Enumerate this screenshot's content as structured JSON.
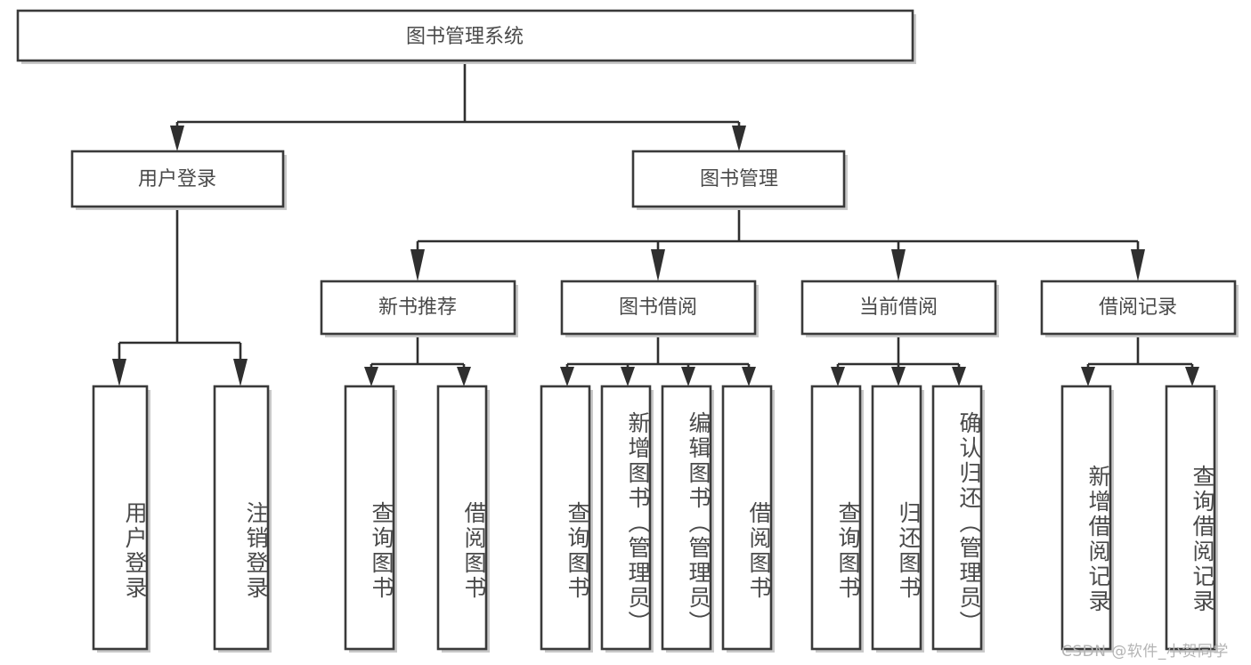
{
  "diagram": {
    "type": "tree",
    "title": "图书管理系统",
    "root": {
      "id": "root",
      "label": "图书管理系统",
      "orientation": "horizontal"
    },
    "level2": [
      {
        "id": "user-login",
        "label": "用户登录",
        "orientation": "horizontal"
      },
      {
        "id": "book-manage",
        "label": "图书管理",
        "orientation": "horizontal"
      }
    ],
    "level3": [
      {
        "id": "new-book-rec",
        "label": "新书推荐",
        "orientation": "horizontal",
        "parent": "book-manage"
      },
      {
        "id": "book-borrow",
        "label": "图书借阅",
        "orientation": "horizontal",
        "parent": "book-manage"
      },
      {
        "id": "current-borrow",
        "label": "当前借阅",
        "orientation": "horizontal",
        "parent": "book-manage"
      },
      {
        "id": "borrow-record",
        "label": "借阅记录",
        "orientation": "horizontal",
        "parent": "book-manage"
      }
    ],
    "leaves": [
      {
        "id": "leaf-user-login",
        "label": "用户登录",
        "orientation": "vertical",
        "parent": "user-login"
      },
      {
        "id": "leaf-logout",
        "label": "注销登录",
        "orientation": "vertical",
        "parent": "user-login"
      },
      {
        "id": "leaf-query-book-1",
        "label": "查询图书",
        "orientation": "vertical",
        "parent": "new-book-rec"
      },
      {
        "id": "leaf-borrow-book-1",
        "label": "借阅图书",
        "orientation": "vertical",
        "parent": "new-book-rec"
      },
      {
        "id": "leaf-query-book-2",
        "label": "查询图书",
        "orientation": "vertical",
        "parent": "book-borrow"
      },
      {
        "id": "leaf-add-book",
        "label": "新增图书（管理员）",
        "orientation": "vertical",
        "parent": "book-borrow"
      },
      {
        "id": "leaf-edit-book",
        "label": "编辑图书（管理员）",
        "orientation": "vertical",
        "parent": "book-borrow"
      },
      {
        "id": "leaf-borrow-book-2",
        "label": "借阅图书",
        "orientation": "vertical",
        "parent": "book-borrow"
      },
      {
        "id": "leaf-query-book-3",
        "label": "查询图书",
        "orientation": "vertical",
        "parent": "current-borrow"
      },
      {
        "id": "leaf-return-book",
        "label": "归还图书",
        "orientation": "vertical",
        "parent": "current-borrow"
      },
      {
        "id": "leaf-confirm-return",
        "label": "确认归还（管理员）",
        "orientation": "vertical",
        "parent": "current-borrow"
      },
      {
        "id": "leaf-add-record",
        "label": "新增借阅记录",
        "orientation": "vertical",
        "parent": "borrow-record"
      },
      {
        "id": "leaf-query-record",
        "label": "查询借阅记录",
        "orientation": "vertical",
        "parent": "borrow-record"
      }
    ],
    "colors": {
      "box_fill": "#ffffff",
      "box_stroke": "#3a3a3a",
      "connector": "#2f2f2f",
      "text": "#4a4a4a",
      "watermark": "#b4b4b4",
      "background": "#ffffff"
    }
  },
  "watermark": {
    "text": "CSDN @软件_小贺同学"
  }
}
